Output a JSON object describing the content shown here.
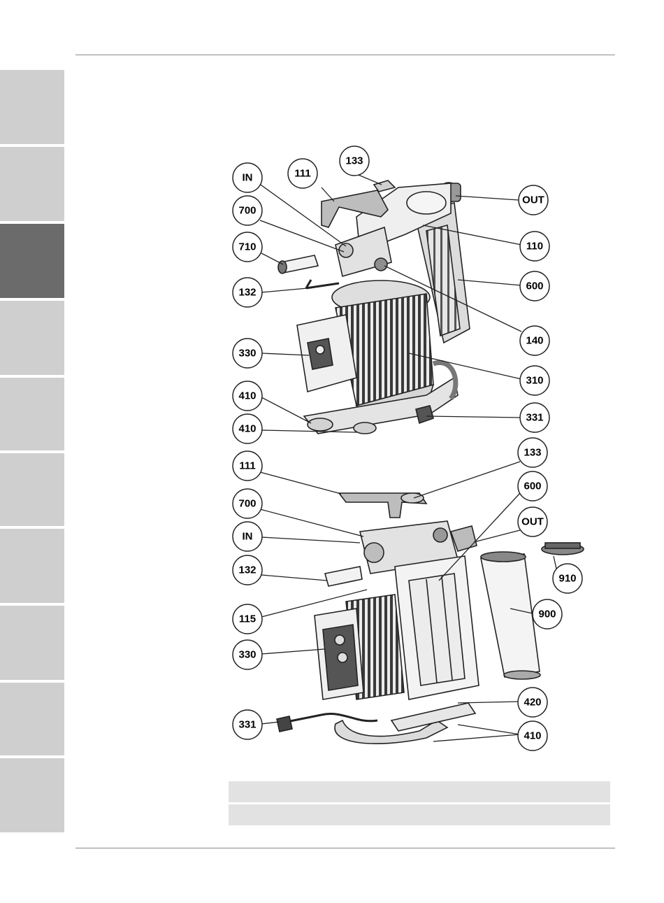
{
  "callouts_upper": {
    "in": "IN",
    "c700": "700",
    "c710": "710",
    "c132": "132",
    "c111": "111",
    "c133": "133",
    "out": "OUT",
    "c110": "110",
    "c600": "600",
    "c140": "140",
    "c330": "330",
    "c310": "310",
    "c410a": "410",
    "c410b": "410",
    "c331": "331"
  },
  "callouts_lower": {
    "c111": "111",
    "c133": "133",
    "c600": "600",
    "c700": "700",
    "out": "OUT",
    "in": "IN",
    "c910": "910",
    "c132": "132",
    "c115": "115",
    "c900": "900",
    "c330": "330",
    "c420": "420",
    "c331": "331",
    "c410": "410"
  },
  "colors": {
    "tab": "#cfcfcf",
    "tab_active": "#6b6b6b",
    "rule": "#8a8a8a",
    "table_row": "#e2e2e2"
  }
}
